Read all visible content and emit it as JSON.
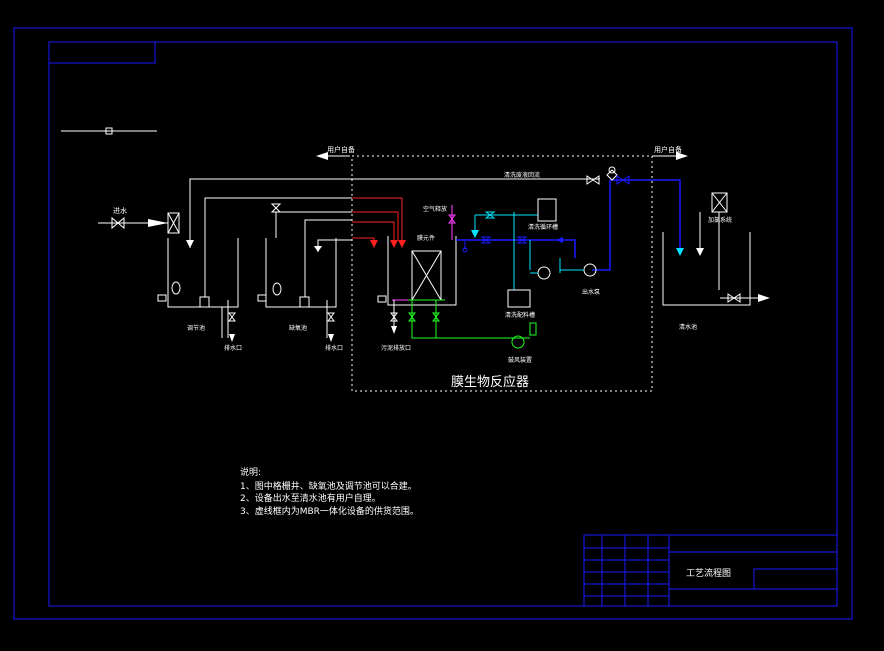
{
  "labels": {
    "inlet": "进水",
    "user_self_provided_left": "用户自备",
    "user_self_provided_right": "用户自备",
    "cleaning_waste_return": "清洗废液回流",
    "air_blower_pipe": "空气释放",
    "membrane_module": "膜元件",
    "cleaning_recirc_tank": "清洗循环槽",
    "chlorination_system": "加氯系统",
    "cleaning_dosing_tank": "清洗配料槽",
    "outlet_pump": "出水泵",
    "equalization_tank": "调节池",
    "anoxic_tank": "缺氧池",
    "drain_left": "排水口",
    "drain_mid": "排水口",
    "sludge_outlet": "污泥排放口",
    "blower": "鼓风装置",
    "clean_water_tank": "清水池",
    "mbr_title": "膜生物反应器"
  },
  "notes": {
    "heading": "说明:",
    "line1": "1、图中格栅井、缺氧池及调节池可以合建。",
    "line2": "2、设备出水至清水池有用户自理。",
    "line3": "3、虚线框内为MBR一体化设备的供货范围。"
  },
  "title_block": {
    "drawing_name": "工艺流程图"
  },
  "colors": {
    "frame": "#1a1aff",
    "line": "#ffffff",
    "air": "#ff2020",
    "sludge": "#20ff20",
    "water": "#00e5ff",
    "chemical": "#ff40ff"
  }
}
